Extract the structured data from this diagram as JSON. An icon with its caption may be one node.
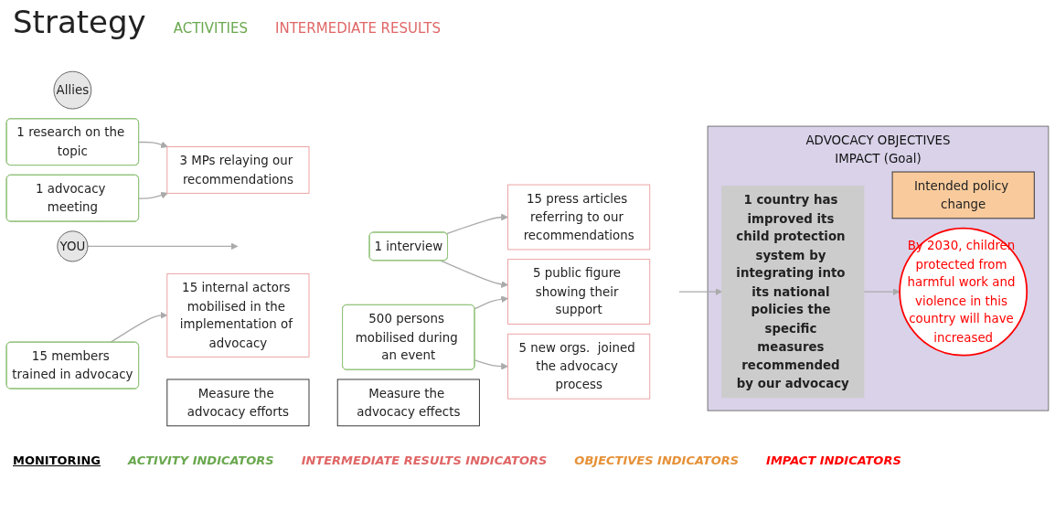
{
  "diagram": {
    "nodes": [
      {
        "text": [
          "Allies"
        ]
      },
      {
        "text": [
          "YOU"
        ]
      },
      {
        "text": [
          "1 research on the topic"
        ]
      },
      {
        "text": [
          "1 advocacy meeting"
        ]
      },
      {
        "text": [
          "1 interview"
        ]
      },
      {
        "text": [
          "500 persons mobilised during an event"
        ]
      },
      {
        "text": [
          "15 members trained in advocacy"
        ]
      },
      {
        "text": [
          "3 MPs relaying our recommendations"
        ]
      },
      {
        "text": [
          "15 press articles referring to our recommendations"
        ]
      },
      {
        "text": [
          "5 public figure showing their support"
        ]
      },
      {
        "text": [
          "5 new orgs.  joined the advocacy process"
        ]
      },
      {
        "text": [
          "15 internal actors mobilised in the implementation of advocacy"
        ]
      },
      {
        "text": [
          "ADVOCACY OBJECTIVES",
          "IMPACT (Goal)"
        ]
      },
      {
        "text": [
          "Intended policy change"
        ],
        "in": 12
      },
      {
        "text": [
          "1 country has improved its child protection system by integrating into its national policies the specific measures recommended by our advocacy"
        ],
        "in": 12
      },
      {
        "text": [
          "By 2030, children protected from harmful work and violence in this country will have increased"
        ],
        "in": 12
      },
      {
        "text": [
          "Measure the advocacy efforts"
        ]
      },
      {
        "text": [
          "Measure the advocacy effects"
        ]
      }
    ],
    "edges": [
      {
        "from": 1,
        "to": null,
        "arrow": "to"
      },
      {
        "from": 2,
        "to": 7,
        "arrow": "to"
      },
      {
        "from": 3,
        "to": 7,
        "arrow": "to"
      },
      {
        "from": 4,
        "to": 8,
        "arrow": "to"
      },
      {
        "from": 4,
        "to": 9,
        "arrow": "to"
      },
      {
        "from": 5,
        "to": 9,
        "arrow": "to"
      },
      {
        "from": 5,
        "to": 10,
        "arrow": "to"
      },
      {
        "from": 6,
        "to": 11,
        "arrow": "to"
      },
      {
        "from": null,
        "to": 14,
        "arrow": "to"
      },
      {
        "from": 14,
        "to": 15,
        "arrow": "to"
      }
    ],
    "labels": [
      "Strategy",
      "ACTIVITIES",
      "INTERMEDIATE RESULTS",
      "MONITORING",
      "ACTIVITY INDICATORS",
      "INTERMEDIATE RESULTS INDICATORS",
      "OBJECTIVES INDICATORS",
      "IMPACT INDICATORS"
    ]
  }
}
